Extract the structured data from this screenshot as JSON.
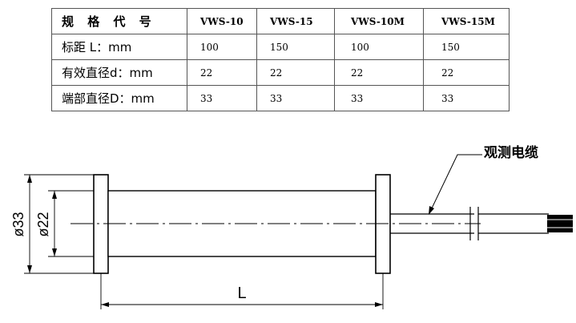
{
  "spec_table": {
    "rows": [
      {
        "label": "规 格 代 号",
        "values": [
          "VWS-10",
          "VWS-15",
          "VWS-10M",
          "VWS-15M"
        ]
      },
      {
        "label": "标距 L：mm",
        "values": [
          "100",
          "150",
          "100",
          "150"
        ]
      },
      {
        "label": "有效直径d：mm",
        "values": [
          "22",
          "22",
          "22",
          "22"
        ]
      },
      {
        "label": "端部直径D：mm",
        "values": [
          "33",
          "33",
          "33",
          "33"
        ]
      }
    ]
  },
  "drawing": {
    "dim_outer": "ø33",
    "dim_inner": "ø22",
    "dim_length": "L",
    "cable_label": "观测电缆"
  }
}
